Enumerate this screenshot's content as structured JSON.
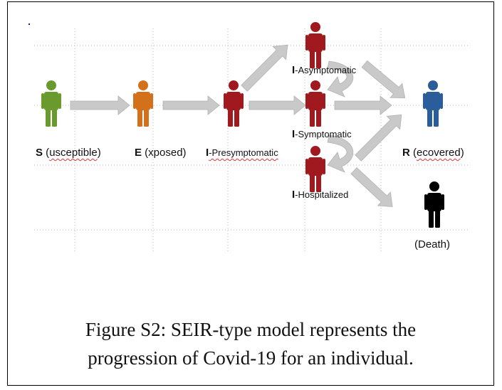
{
  "colors": {
    "susceptible": "#6a9a2e",
    "exposed": "#d2701b",
    "infected": "#a0191e",
    "recovered": "#2a5d9a",
    "death": "#000000",
    "arrow": "#c8c8c8"
  },
  "nodes": {
    "susceptible": {
      "key": "S",
      "rest": " (",
      "word": "usceptible",
      "close": ")",
      "icon": "person-icon"
    },
    "exposed": {
      "key": "E",
      "rest": " (xposed)",
      "icon": "person-icon"
    },
    "presymptomatic": {
      "key": "I",
      "sub": "-Presymptomatic",
      "icon": "person-icon"
    },
    "asymptomatic": {
      "key": "I",
      "sub": "-Asymptomatic",
      "icon": "person-icon"
    },
    "symptomatic": {
      "key": "I",
      "sub": "-Symptomatic",
      "icon": "person-icon"
    },
    "hospitalized": {
      "key": "I",
      "sub": "-Hospitalized",
      "icon": "person-icon"
    },
    "recovered": {
      "key": "R",
      "rest": " (",
      "word": "ecovered",
      "close": ")",
      "icon": "person-icon"
    },
    "death": {
      "label": "(Death)",
      "icon": "person-icon"
    }
  },
  "caption": {
    "line1": "Figure S2: SEIR-type model represents the",
    "line2": "progression of Covid-19 for an individual."
  }
}
